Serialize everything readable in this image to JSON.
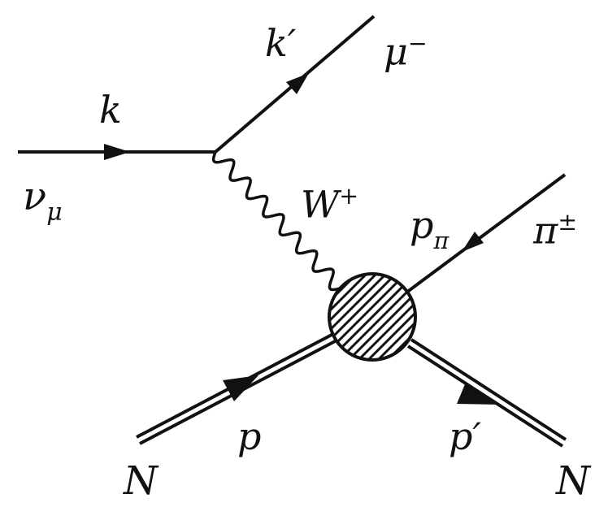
{
  "diagram": {
    "incoming_neutrino": {
      "momentum": "k",
      "particle": "ν",
      "particle_sub": "μ"
    },
    "outgoing_muon": {
      "momentum": "k′",
      "particle": "μ",
      "particle_sup": "−"
    },
    "boson": {
      "particle": "W",
      "particle_sup": "+"
    },
    "outgoing_pion": {
      "momentum": "p",
      "momentum_sub": "π",
      "particle": "π",
      "particle_sup": "±"
    },
    "incoming_nucleon": {
      "momentum": "p",
      "particle": "N"
    },
    "outgoing_nucleon": {
      "momentum": "p′",
      "particle": "N"
    },
    "colors": {
      "line": "#111111",
      "background": "#ffffff"
    }
  }
}
